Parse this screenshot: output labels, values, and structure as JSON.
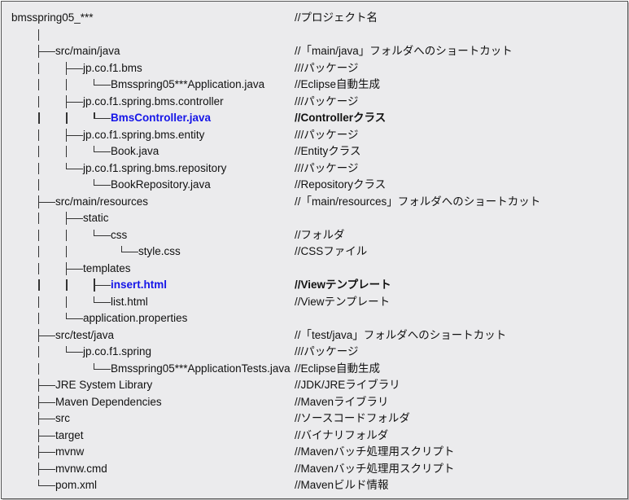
{
  "rows": [
    {
      "prefix": "",
      "name": "bmsspring05_***",
      "comment": "//プロジェクト名"
    },
    {
      "prefix": "|",
      "name": "",
      "comment": ""
    },
    {
      "prefix": "├",
      "name": "src/main/java",
      "comment": "//「main/java」フォルダへのショートカット"
    },
    {
      "prefix": "|├",
      "name": "jp.co.f1.bms",
      "comment": "///パッケージ"
    },
    {
      "prefix": "||└",
      "name": "Bmsspring05***Application.java",
      "comment": "//Eclipse自動生成"
    },
    {
      "prefix": "|├",
      "name": "jp.co.f1.spring.bms.controller",
      "comment": "///パッケージ"
    },
    {
      "prefix": "||└",
      "name": "BmsController.java",
      "comment": "//Controllerクラス",
      "bold": true
    },
    {
      "prefix": "|├",
      "name": "jp.co.f1.spring.bms.entity",
      "comment": "///パッケージ"
    },
    {
      "prefix": "||└",
      "name": "Book.java",
      "comment": "//Entityクラス"
    },
    {
      "prefix": "|└",
      "name": "jp.co.f1.spring.bms.repository",
      "comment": "///パッケージ"
    },
    {
      "prefix": "| └",
      "name": "BookRepository.java",
      "comment": "//Repositoryクラス"
    },
    {
      "prefix": "├",
      "name": "src/main/resources",
      "comment": "//「main/resources」フォルダへのショートカット"
    },
    {
      "prefix": "|├",
      "name": "static",
      "comment": ""
    },
    {
      "prefix": "||└",
      "name": "css",
      "comment": "//フォルダ"
    },
    {
      "prefix": "|| └",
      "name": "style.css",
      "comment": "//CSSファイル"
    },
    {
      "prefix": "|├",
      "name": "templates",
      "comment": ""
    },
    {
      "prefix": "||├",
      "name": "insert.html",
      "comment": "//Viewテンプレート",
      "bold": true
    },
    {
      "prefix": "||└",
      "name": "list.html",
      "comment": "//Viewテンプレート"
    },
    {
      "prefix": "|└",
      "name": "application.properties",
      "comment": ""
    },
    {
      "prefix": "├",
      "name": "src/test/java",
      "comment": "//「test/java」フォルダへのショートカット"
    },
    {
      "prefix": "|└",
      "name": "jp.co.f1.spring",
      "comment": "///パッケージ"
    },
    {
      "prefix": "| └",
      "name": "Bmsspring05***ApplicationTests.java",
      "comment": "//Eclipse自動生成"
    },
    {
      "prefix": "├",
      "name": "JRE System Library",
      "comment": "//JDK/JREライブラリ"
    },
    {
      "prefix": "├",
      "name": "Maven Dependencies",
      "comment": "//Mavenライブラリ"
    },
    {
      "prefix": "├",
      "name": "src",
      "comment": "//ソースコードフォルダ"
    },
    {
      "prefix": "├",
      "name": "target",
      "comment": "//バイナリフォルダ"
    },
    {
      "prefix": "├",
      "name": "mvnw",
      "comment": "//Mavenバッチ処理用スクリプト"
    },
    {
      "prefix": "├",
      "name": "mvnw.cmd",
      "comment": "//Mavenバッチ処理用スクリプト"
    },
    {
      "prefix": "└",
      "name": "pom.xml",
      "comment": "//Mavenビルド情報"
    }
  ]
}
